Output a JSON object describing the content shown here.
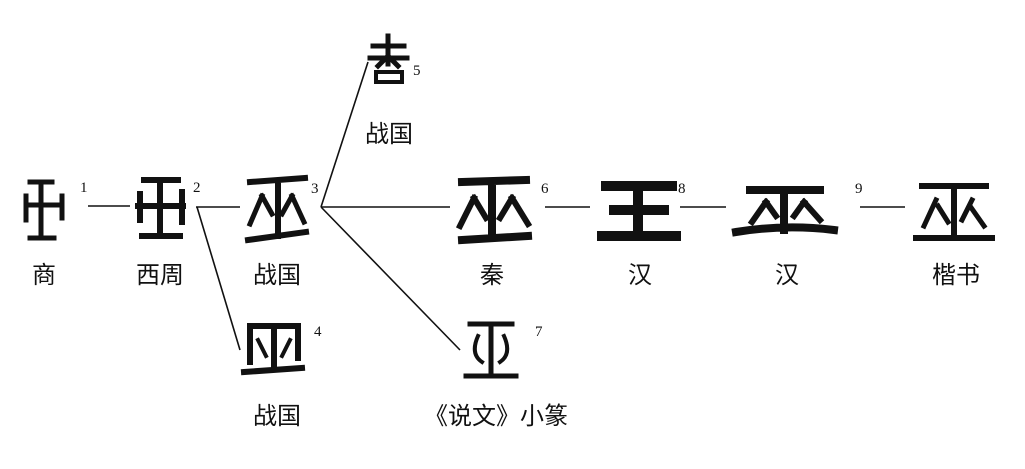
{
  "title_character": "巫",
  "forms": [
    {
      "id": 1,
      "number": "1",
      "period": "商",
      "icon": "oracle-bone-glyph"
    },
    {
      "id": 2,
      "number": "2",
      "period": "西周",
      "icon": "bronze-glyph"
    },
    {
      "id": 3,
      "number": "3",
      "period": "战国",
      "icon": "warring-states-glyph"
    },
    {
      "id": 4,
      "number": "4",
      "period": "战国",
      "icon": "warring-states-variant-glyph"
    },
    {
      "id": 5,
      "number": "5",
      "period": "战国",
      "icon": "warring-states-variant-glyph"
    },
    {
      "id": 6,
      "number": "6",
      "period": "秦",
      "icon": "qin-glyph"
    },
    {
      "id": 7,
      "number": "7",
      "period": "《说文》小篆",
      "icon": "small-seal-glyph"
    },
    {
      "id": 8,
      "number": "8",
      "period": "汉",
      "icon": "han-glyph"
    },
    {
      "id": 9,
      "number": "9",
      "period": "汉",
      "icon": "han-clerical-glyph"
    },
    {
      "id": 10,
      "number": "",
      "period": "楷书",
      "icon": "regular-script-glyph"
    }
  ],
  "connections": [
    [
      1,
      2
    ],
    [
      2,
      3
    ],
    [
      2,
      4
    ],
    [
      3,
      5
    ],
    [
      3,
      6
    ],
    [
      3,
      7
    ],
    [
      6,
      8
    ],
    [
      8,
      9
    ],
    [
      9,
      10
    ]
  ],
  "colors": {
    "ink": "#111111",
    "background": "#ffffff"
  }
}
